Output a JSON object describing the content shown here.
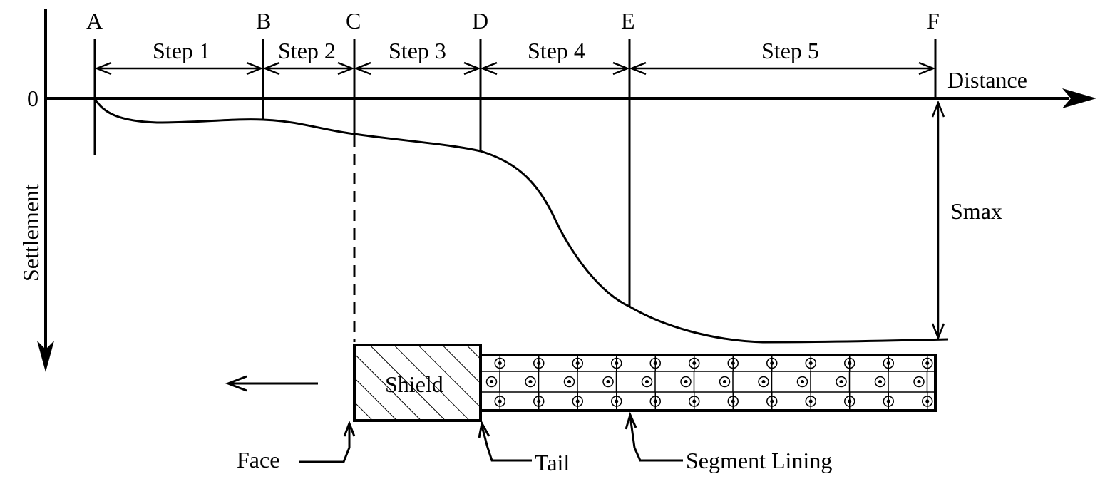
{
  "axes": {
    "origin_label": "0",
    "x_label": "Distance",
    "y_label": "Settlement",
    "smax_label": "Smax"
  },
  "points": [
    "A",
    "B",
    "C",
    "D",
    "E",
    "F"
  ],
  "steps": [
    "Step 1",
    "Step 2",
    "Step 3",
    "Step 4",
    "Step 5"
  ],
  "tunnel": {
    "shield_label": "Shield",
    "face_label": "Face",
    "tail_label": "Tail",
    "lining_label": "Segment Lining"
  }
}
